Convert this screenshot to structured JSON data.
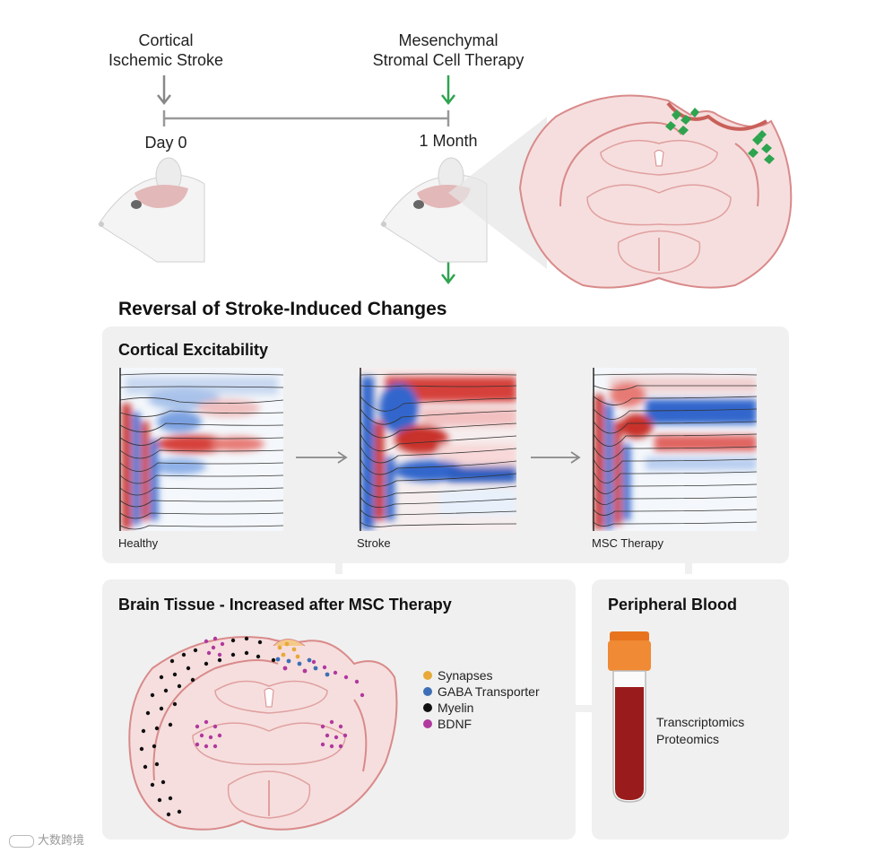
{
  "timeline": {
    "left_event": [
      "Cortical",
      "Ischemic Stroke"
    ],
    "right_event": [
      "Mesenchymal",
      "Stromal Cell Therapy"
    ],
    "left_time": "Day 0",
    "right_time": "1 Month"
  },
  "section_title": "Reversal of Stroke-Induced Changes",
  "excitability": {
    "title": "Cortical Excitability",
    "panels": [
      "Healthy",
      "Stroke",
      "MSC Therapy"
    ]
  },
  "brain_tissue": {
    "title": "Brain Tissue - Increased after MSC Therapy",
    "legend": [
      {
        "label": "Synapses",
        "color": "#e8a93a"
      },
      {
        "label": "GABA Transporter",
        "color": "#3d6fb6"
      },
      {
        "label": "Myelin",
        "color": "#111111"
      },
      {
        "label": "BDNF",
        "color": "#b0399e"
      }
    ]
  },
  "peripheral_blood": {
    "title": "Peripheral Blood",
    "lines": [
      "Transcriptomics",
      "Proteomics"
    ]
  },
  "colors": {
    "brain_fill": "#f6dede",
    "brain_outline": "#d98a8a",
    "arrow_gray": "#888888",
    "arrow_green": "#2ea44f",
    "heat_red": "#c9302c",
    "heat_blue": "#3366cc",
    "tube_cap": "#e8731e",
    "blood": "#9a1b1b"
  },
  "watermark": "大数跨境"
}
